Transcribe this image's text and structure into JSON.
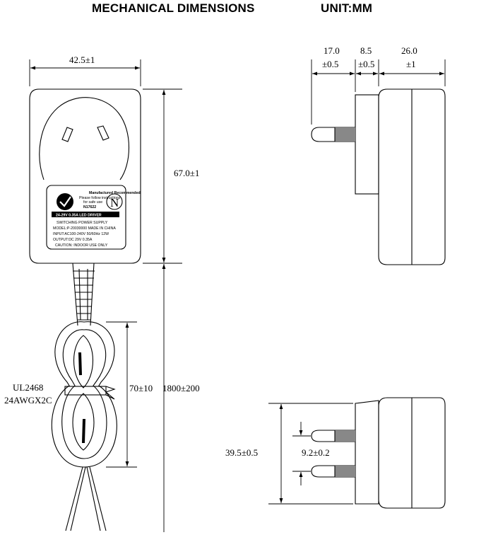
{
  "header": {
    "title": "MECHANICAL DIMENSIONS",
    "unit": "UNIT:MM"
  },
  "front_view": {
    "width_dim": "42.5±1",
    "height_dim": "67.0±1",
    "cable_length_dim": "1800±200",
    "coil_dim": "70±10",
    "cable_label_1": "UL2468",
    "cable_label_2": "24AWGX2C",
    "label_lines": {
      "cert_top": "Manufactured Recommended",
      "cert_sub1": "Please follow instructions",
      "cert_sub2": "for safe use",
      "cert_code": "N17622",
      "n_mark": "N",
      "driver": "24-29V 0.35A LED DRIVER",
      "line1": "SWITCHING POWER SUPPLY",
      "line2": "MODEL:P-20030000    MADE IN CHINA",
      "line3": "INPUT:AC100-240V 50/60Hz 12W",
      "line4": "OUTPUT:DC 29V 0.35A",
      "line5": "CAUTION: INDOOR USE ONLY"
    }
  },
  "side_view": {
    "dim_a": "17.0",
    "dim_a_tol": "±0.5",
    "dim_b": "8.5",
    "dim_b_tol": "±0.5",
    "dim_c": "26.0",
    "dim_c_tol": "±1"
  },
  "bottom_view": {
    "height_dim": "39.5±0.5",
    "pin_spacing_dim": "9.2±0.2"
  }
}
